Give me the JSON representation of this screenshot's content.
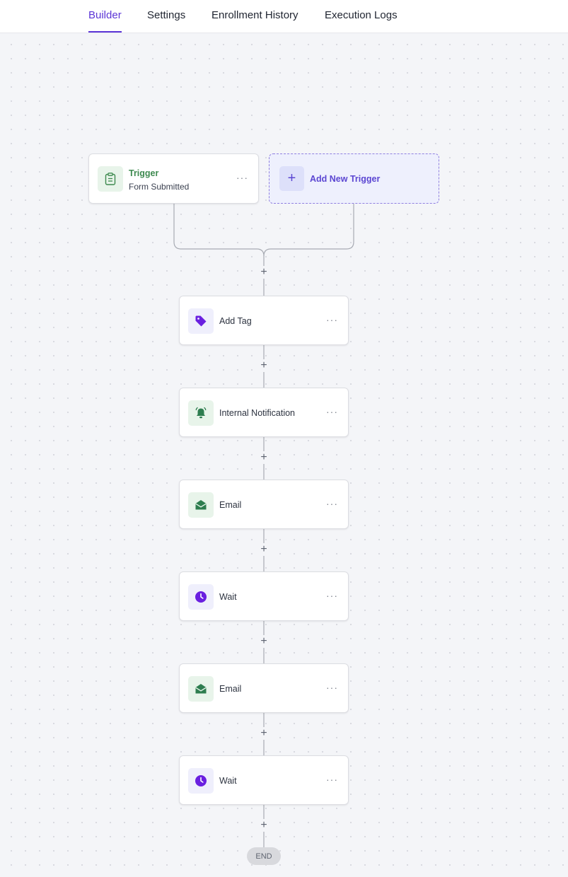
{
  "tabs": [
    {
      "label": "Builder",
      "active": true
    },
    {
      "label": "Settings",
      "active": false
    },
    {
      "label": "Enrollment History",
      "active": false
    },
    {
      "label": "Execution Logs",
      "active": false
    }
  ],
  "trigger": {
    "title": "Trigger",
    "subtitle": "Form Submitted",
    "icon": "clipboard-icon",
    "menu": "···"
  },
  "add_trigger": {
    "label": "Add New Trigger",
    "icon": "plus-icon"
  },
  "add_step_symbol": "+",
  "steps": [
    {
      "label": "Add Tag",
      "icon": "tag-icon",
      "menu": "···"
    },
    {
      "label": "Internal Notification",
      "icon": "bell-icon",
      "menu": "···"
    },
    {
      "label": "Email",
      "icon": "envelope-icon",
      "menu": "···"
    },
    {
      "label": "Wait",
      "icon": "clock-icon",
      "menu": "···"
    },
    {
      "label": "Email",
      "icon": "envelope-icon",
      "menu": "···"
    },
    {
      "label": "Wait",
      "icon": "clock-icon",
      "menu": "···"
    }
  ],
  "end_label": "END",
  "colors": {
    "accent": "#5b34d6",
    "trigger_green": "#3d8a4f",
    "icon_green": "#2e7d4f",
    "icon_purple": "#6a1fe0"
  }
}
